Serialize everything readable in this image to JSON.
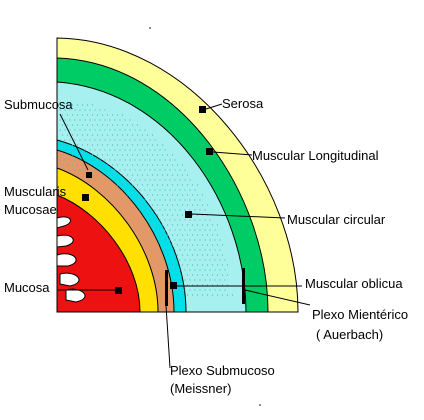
{
  "labels": {
    "submucosa": "Submucosa",
    "serosa": "Serosa",
    "muscular_longitudinal": "Muscular Longitudinal",
    "muscularis_mucosae_line1": "Muscularis",
    "muscularis_mucosae_line2": "Mucosae",
    "muscular_circular": "Muscular circular",
    "mucosa": "Mucosa",
    "muscular_oblicua": "Muscular oblicua",
    "plexo_mienterico_line1": "Plexo Mientérico",
    "plexo_mienterico_line2": "( Auerbach)",
    "plexo_submucoso_line1": "Plexo Submucoso",
    "plexo_submucoso_line2": "(Meissner)"
  },
  "layer_colors": {
    "serosa": "#ffff99",
    "muscular_longitudinal": "#00cc66",
    "muscular_circular": "#a6f0f0",
    "muscular_oblicua": "#00e0e8",
    "submucosa_band": "#e39868",
    "muscularis_mucosae": "#ffe000",
    "mucosa": "#ee1111"
  }
}
